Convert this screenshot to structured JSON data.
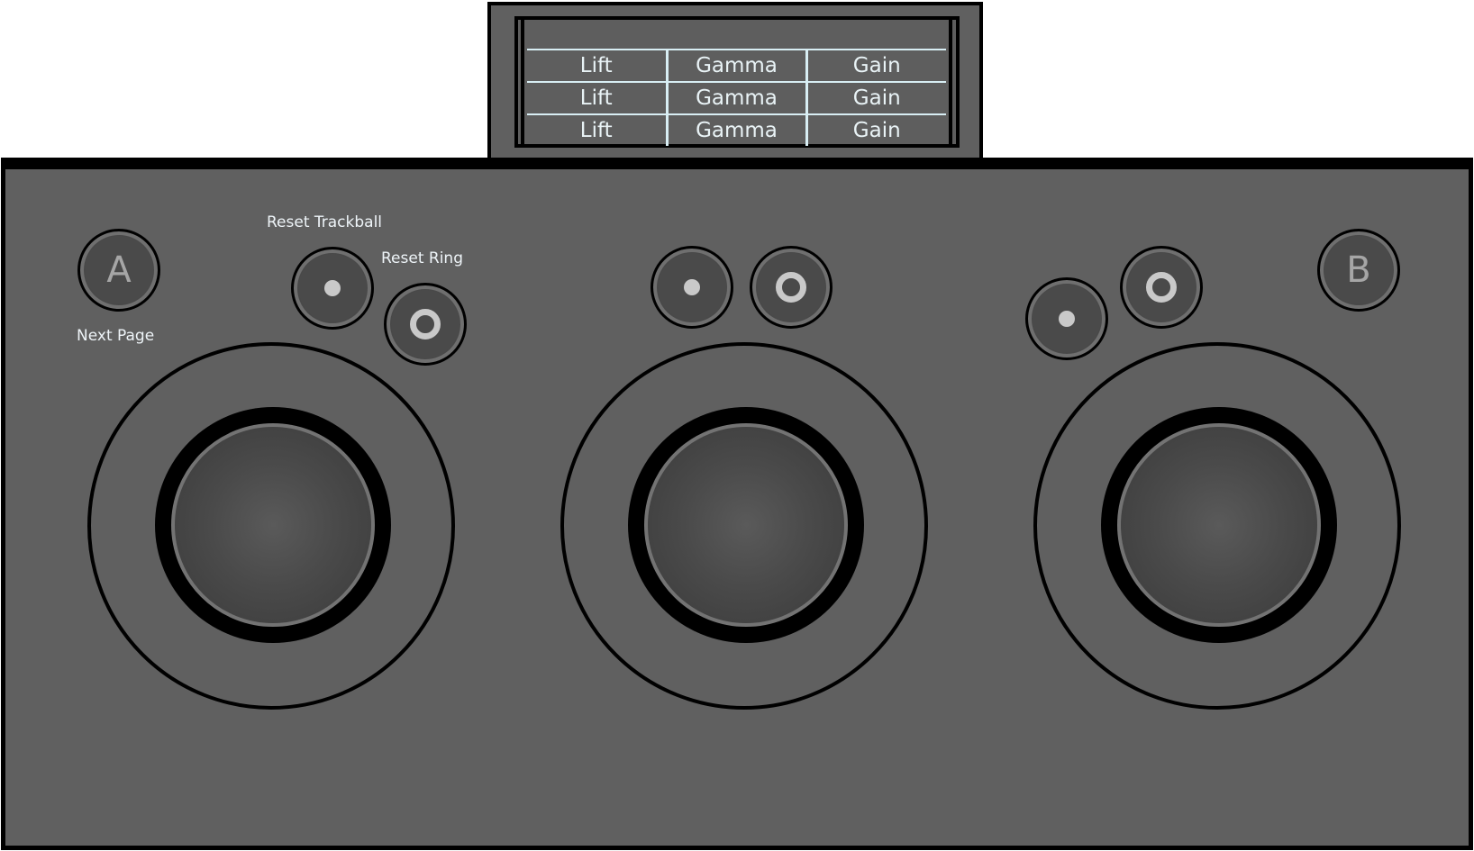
{
  "display": {
    "rows": [
      [
        "Lift",
        "Gamma",
        "Gain"
      ],
      [
        "Lift",
        "Gamma",
        "Gain"
      ],
      [
        "Lift",
        "Gamma",
        "Gain"
      ]
    ]
  },
  "labels": {
    "next_page": "Next Page",
    "reset_trackball": "Reset Trackball",
    "reset_ring": "Reset Ring"
  },
  "buttons": {
    "a_label": "A",
    "b_label": "B"
  },
  "icons": {
    "reset_trackball": "dot-icon",
    "reset_ring": "ring-icon"
  },
  "colors": {
    "panel": "#606060",
    "outline": "#000000",
    "lcd_text": "#e9f3f6",
    "icon": "#c9c9c9"
  }
}
